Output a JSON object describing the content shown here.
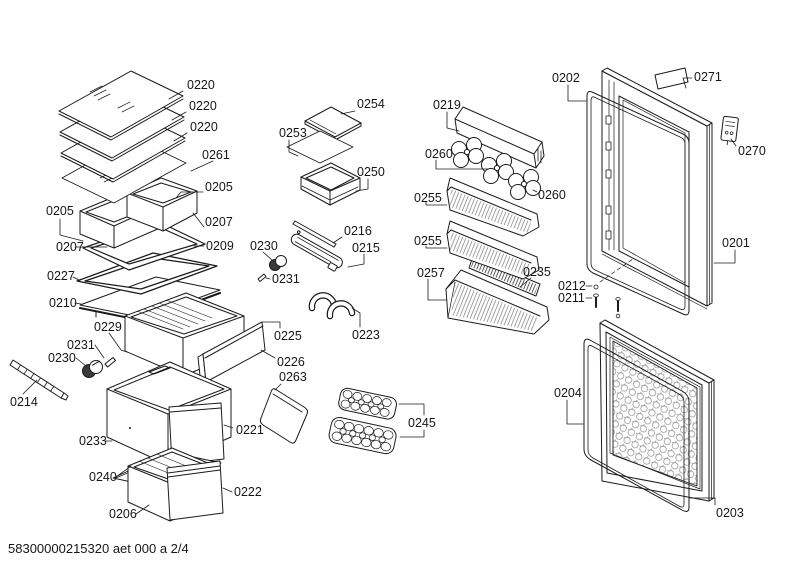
{
  "page": {
    "footer_text": "58300000215320 aet 000 a 2/4"
  },
  "colors": {
    "line": "#1b1b1b",
    "background": "#ffffff"
  },
  "labels": [
    {
      "id": "0220-1",
      "text": "0220"
    },
    {
      "id": "0220-2",
      "text": "0220"
    },
    {
      "id": "0220-3",
      "text": "0220"
    },
    {
      "id": "0261",
      "text": "0261"
    },
    {
      "id": "0205-right",
      "text": "0205"
    },
    {
      "id": "0205-left",
      "text": "0205"
    },
    {
      "id": "0207-right",
      "text": "0207"
    },
    {
      "id": "0207-left",
      "text": "0207"
    },
    {
      "id": "0209",
      "text": "0209"
    },
    {
      "id": "0227",
      "text": "0227"
    },
    {
      "id": "0210",
      "text": "0210"
    },
    {
      "id": "0229",
      "text": "0229"
    },
    {
      "id": "0231-left",
      "text": "0231"
    },
    {
      "id": "0230-left",
      "text": "0230"
    },
    {
      "id": "0214",
      "text": "0214"
    },
    {
      "id": "0233",
      "text": "0233"
    },
    {
      "id": "0240",
      "text": "0240"
    },
    {
      "id": "0206",
      "text": "0206"
    },
    {
      "id": "0253",
      "text": "0253"
    },
    {
      "id": "0254",
      "text": "0254"
    },
    {
      "id": "0250",
      "text": "0250"
    },
    {
      "id": "0216",
      "text": "0216"
    },
    {
      "id": "0230-right",
      "text": "0230"
    },
    {
      "id": "0215",
      "text": "0215"
    },
    {
      "id": "0231-right",
      "text": "0231"
    },
    {
      "id": "0225",
      "text": "0225"
    },
    {
      "id": "0226",
      "text": "0226"
    },
    {
      "id": "0263",
      "text": "0263"
    },
    {
      "id": "0223",
      "text": "0223"
    },
    {
      "id": "0221",
      "text": "0221"
    },
    {
      "id": "0222",
      "text": "0222"
    },
    {
      "id": "0245",
      "text": "0245"
    },
    {
      "id": "0219",
      "text": "0219"
    },
    {
      "id": "0260-left",
      "text": "0260"
    },
    {
      "id": "0260-right",
      "text": "0260"
    },
    {
      "id": "0255-top",
      "text": "0255"
    },
    {
      "id": "0255-bottom",
      "text": "0255"
    },
    {
      "id": "0257",
      "text": "0257"
    },
    {
      "id": "0235",
      "text": "0235"
    },
    {
      "id": "0202",
      "text": "0202"
    },
    {
      "id": "0271",
      "text": "0271"
    },
    {
      "id": "0270",
      "text": "0270"
    },
    {
      "id": "0201",
      "text": "0201"
    },
    {
      "id": "0212",
      "text": "0212"
    },
    {
      "id": "0211",
      "text": "0211"
    },
    {
      "id": "0204",
      "text": "0204"
    },
    {
      "id": "0203",
      "text": "0203"
    }
  ]
}
